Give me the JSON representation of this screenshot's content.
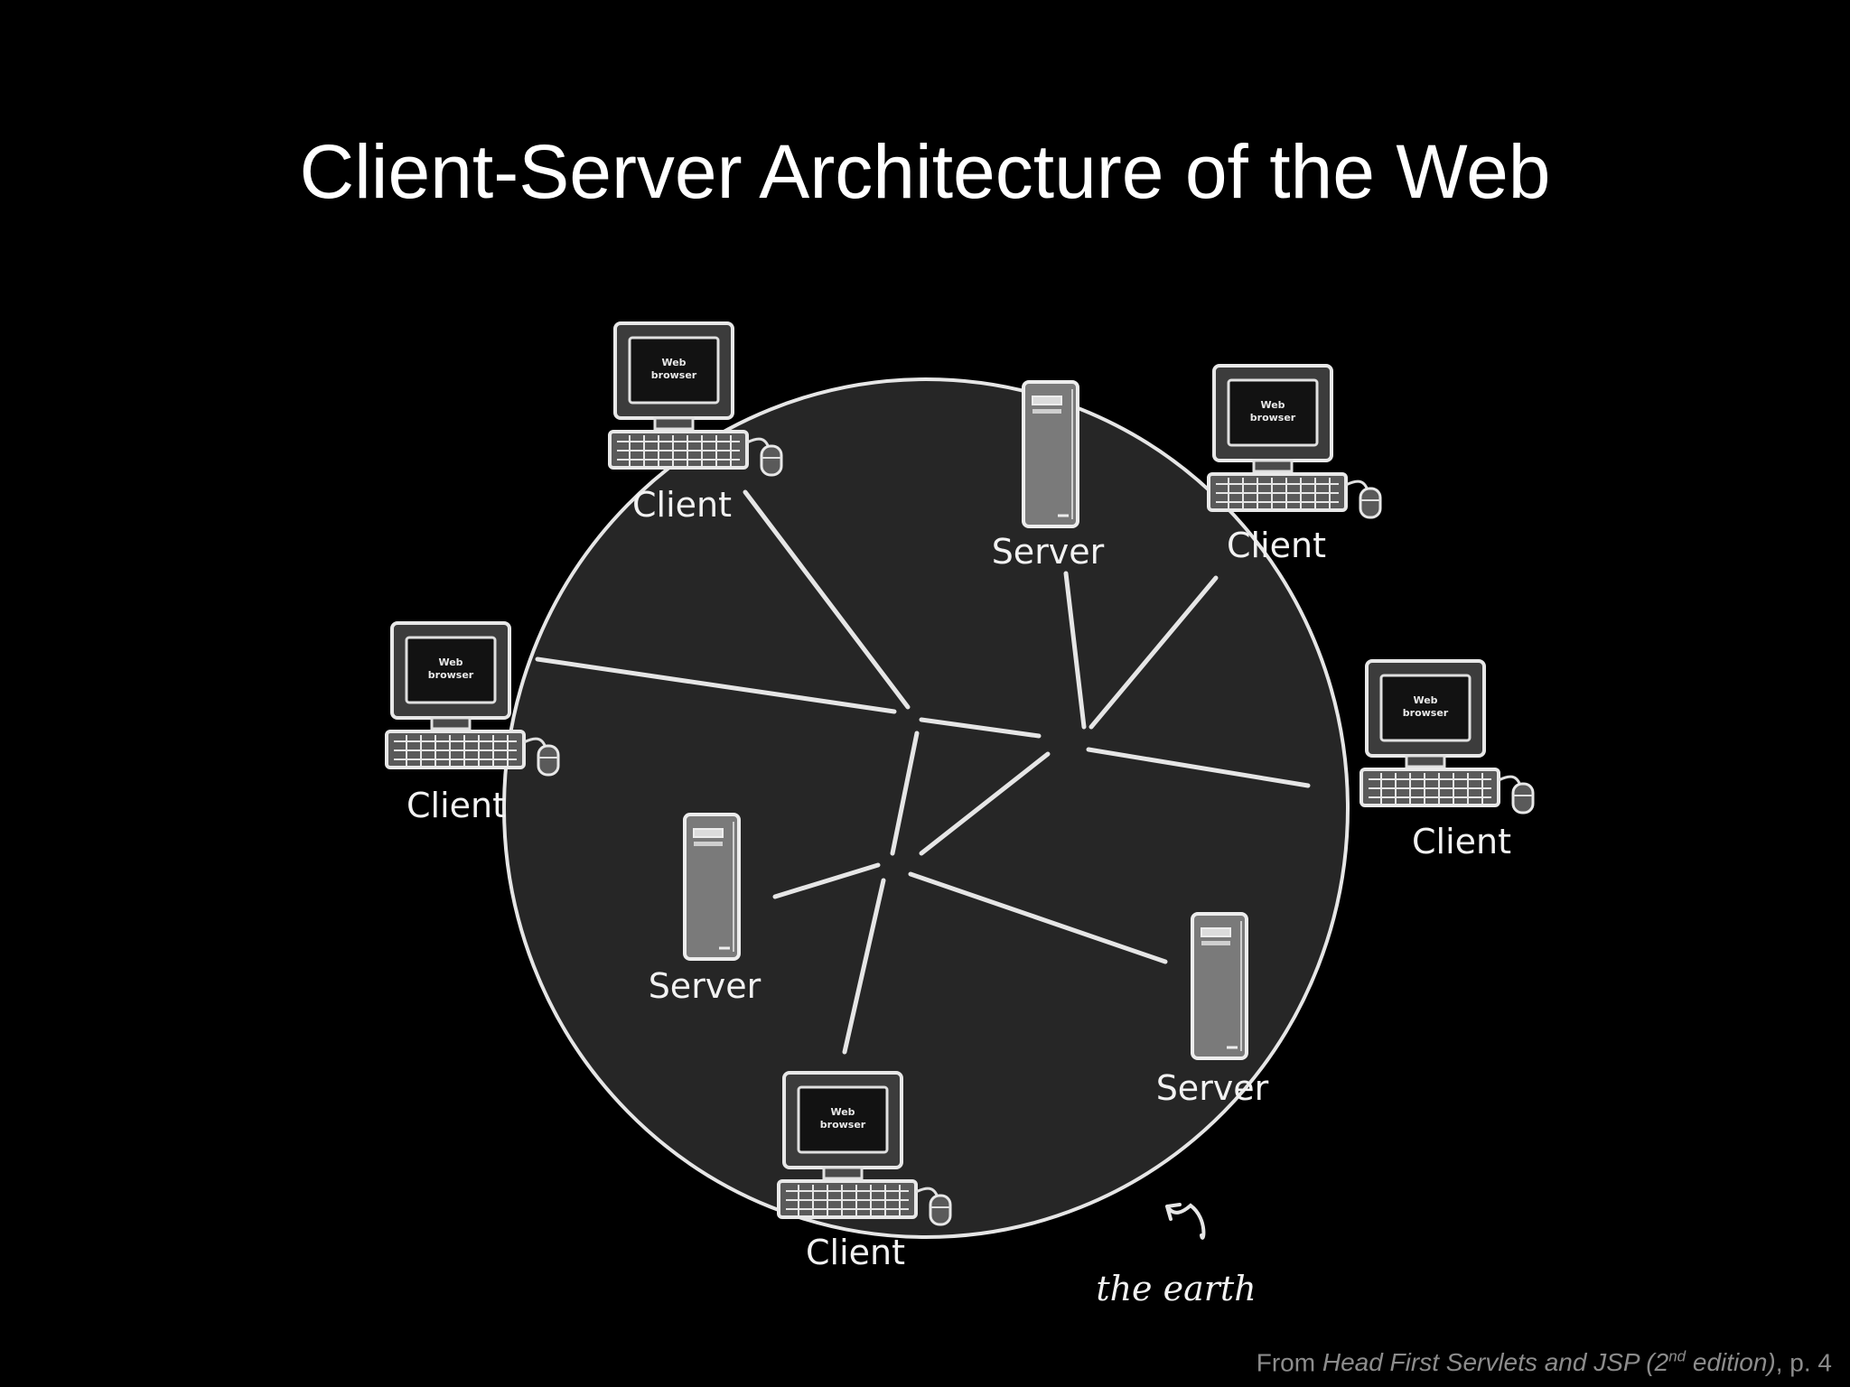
{
  "slide": {
    "title": "Client-Server Architecture of the Web"
  },
  "diagram": {
    "earth_label": "the earth",
    "screen_line1": "Web",
    "screen_line2": "browser",
    "nodes": [
      {
        "id": "client-top-left",
        "kind": "client",
        "label": "Client"
      },
      {
        "id": "server-top",
        "kind": "server",
        "label": "Server"
      },
      {
        "id": "client-top-right",
        "kind": "client",
        "label": "Client"
      },
      {
        "id": "client-left",
        "kind": "client",
        "label": "Client"
      },
      {
        "id": "client-right",
        "kind": "client",
        "label": "Client"
      },
      {
        "id": "server-left",
        "kind": "server",
        "label": "Server"
      },
      {
        "id": "server-bottom-right",
        "kind": "server",
        "label": "Server"
      },
      {
        "id": "client-bottom",
        "kind": "client",
        "label": "Client"
      }
    ],
    "colors": {
      "background": "#000000",
      "earth_fill": "#262626",
      "line": "#e6e6e6"
    }
  },
  "citation": {
    "prefix": "From ",
    "book": "Head First Servlets and JSP (2",
    "sup": "nd",
    "book_end": " edition)",
    "suffix": ", p. 4"
  }
}
